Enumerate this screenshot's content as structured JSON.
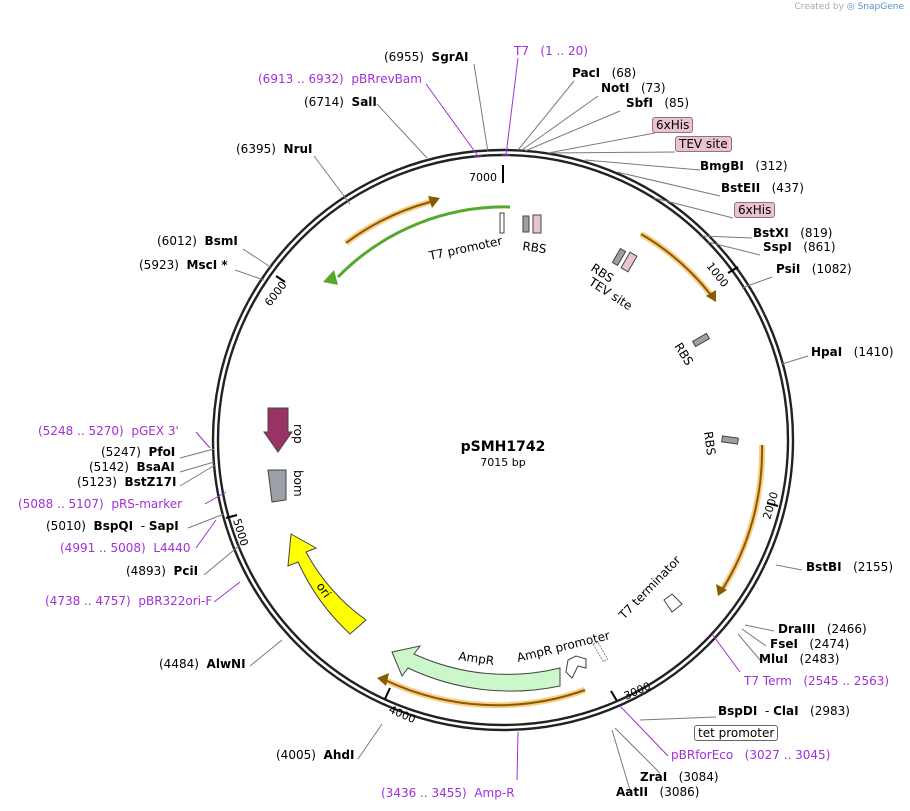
{
  "credit": {
    "prefix": "Created by",
    "brand": "SnapGene"
  },
  "plasmid": {
    "name": "pSMH1742",
    "length": "7015 bp",
    "total_bp": 7015
  },
  "colors": {
    "enzyme_line": "#7a7a7a",
    "primer": "#a12fd6",
    "feature_box": "#e8c4d0",
    "orange_arrow": "#f5ab35",
    "green_arrow": "#55a82a",
    "ampr": "#cbf7cb",
    "ori": "#ffff00",
    "rop": "#993366",
    "grey_feature": "#9aa0a6"
  },
  "ticks": [
    {
      "bp": 1000,
      "label": "1000"
    },
    {
      "bp": 2000,
      "label": "2000"
    },
    {
      "bp": 3000,
      "label": "3000"
    },
    {
      "bp": 4000,
      "label": "4000"
    },
    {
      "bp": 5000,
      "label": "5000"
    },
    {
      "bp": 6000,
      "label": "6000"
    },
    {
      "bp": 7000,
      "label": "7000"
    }
  ],
  "site_labels": [
    {
      "id": "sgrai",
      "name": "SgrAI",
      "pos": "(6955)",
      "kind": "enzyme"
    },
    {
      "id": "t7",
      "name": "T7",
      "pos": "(1 .. 20)",
      "kind": "primer"
    },
    {
      "id": "paci",
      "name": "PacI",
      "pos": "(68)",
      "kind": "enzyme"
    },
    {
      "id": "pbrrevbam",
      "name": "pBRrevBam",
      "pos": "(6913 .. 6932)",
      "kind": "primer"
    },
    {
      "id": "noti",
      "name": "NotI",
      "pos": "(73)",
      "kind": "enzyme"
    },
    {
      "id": "sali",
      "name": "SalI",
      "pos": "(6714)",
      "kind": "enzyme"
    },
    {
      "id": "sbfi",
      "name": "SbfI",
      "pos": "(85)",
      "kind": "enzyme"
    },
    {
      "id": "his1",
      "name": "6xHis",
      "kind": "box"
    },
    {
      "id": "tev1",
      "name": "TEV site",
      "kind": "box"
    },
    {
      "id": "nrui",
      "name": "NruI",
      "pos": "(6395)",
      "kind": "enzyme"
    },
    {
      "id": "bmgbi",
      "name": "BmgBI",
      "pos": "(312)",
      "kind": "enzyme"
    },
    {
      "id": "bsteii",
      "name": "BstEII",
      "pos": "(437)",
      "kind": "enzyme"
    },
    {
      "id": "his2",
      "name": "6xHis",
      "kind": "box"
    },
    {
      "id": "bstxi",
      "name": "BstXI",
      "pos": "(819)",
      "kind": "enzyme"
    },
    {
      "id": "bsmi",
      "name": "BsmI",
      "pos": "(6012)",
      "kind": "enzyme"
    },
    {
      "id": "sspi",
      "name": "SspI",
      "pos": "(861)",
      "kind": "enzyme"
    },
    {
      "id": "msci",
      "name": "MscI *",
      "pos": "(5923)",
      "kind": "enzyme"
    },
    {
      "id": "psii",
      "name": "PsiI",
      "pos": "(1082)",
      "kind": "enzyme"
    },
    {
      "id": "hpai",
      "name": "HpaI",
      "pos": "(1410)",
      "kind": "enzyme"
    },
    {
      "id": "pgex3",
      "name": "pGEX 3'",
      "pos": "(5248 .. 5270)",
      "kind": "primer"
    },
    {
      "id": "pfoi",
      "name": "PfoI",
      "pos": "(5247)",
      "kind": "enzyme"
    },
    {
      "id": "bsaai",
      "name": "BsaAI",
      "pos": "(5142)",
      "kind": "enzyme"
    },
    {
      "id": "bstz17i",
      "name": "BstZ17I",
      "pos": "(5123)",
      "kind": "enzyme"
    },
    {
      "id": "prsmarker",
      "name": "pRS-marker",
      "pos": "(5088 .. 5107)",
      "kind": "primer"
    },
    {
      "id": "bspqi",
      "name": "BspQI",
      "pos": "(5010)",
      "kind": "enzyme",
      "extra": "SapI"
    },
    {
      "id": "l4440",
      "name": "L4440",
      "pos": "(4991 .. 5008)",
      "kind": "primer"
    },
    {
      "id": "pcii",
      "name": "PciI",
      "pos": "(4893)",
      "kind": "enzyme"
    },
    {
      "id": "bstbi",
      "name": "BstBI",
      "pos": "(2155)",
      "kind": "enzyme"
    },
    {
      "id": "pbr322ori",
      "name": "pBR322ori-F",
      "pos": "(4738 .. 4757)",
      "kind": "primer"
    },
    {
      "id": "draiii",
      "name": "DraIII",
      "pos": "(2466)",
      "kind": "enzyme"
    },
    {
      "id": "fsei",
      "name": "FseI",
      "pos": "(2474)",
      "kind": "enzyme"
    },
    {
      "id": "mlui",
      "name": "MluI",
      "pos": "(2483)",
      "kind": "enzyme"
    },
    {
      "id": "alwni",
      "name": "AlwNI",
      "pos": "(4484)",
      "kind": "enzyme"
    },
    {
      "id": "t7term",
      "name": "T7 Term",
      "pos": "(2545 .. 2563)",
      "kind": "primer"
    },
    {
      "id": "bspdi",
      "name": "BspDI",
      "pos": "(2983)",
      "kind": "enzyme",
      "extra": "ClaI"
    },
    {
      "id": "tetprom",
      "name": "tet promoter",
      "kind": "whitebox"
    },
    {
      "id": "pbrforeco",
      "name": "pBRforEco",
      "pos": "(3027 .. 3045)",
      "kind": "primer"
    },
    {
      "id": "ahdi",
      "name": "AhdI",
      "pos": "(4005)",
      "kind": "enzyme"
    },
    {
      "id": "zrai",
      "name": "ZraI",
      "pos": "(3084)",
      "kind": "enzyme"
    },
    {
      "id": "ampr_primer",
      "name": "Amp-R",
      "pos": "(3436 .. 3455)",
      "kind": "primer"
    },
    {
      "id": "aatii",
      "name": "AatII",
      "pos": "(3086)",
      "kind": "enzyme"
    }
  ],
  "inner_labels": [
    {
      "id": "t7promoter",
      "text": "T7 promoter"
    },
    {
      "id": "rbs1",
      "text": "RBS"
    },
    {
      "id": "rbs2",
      "text": "RBS"
    },
    {
      "id": "tevsite",
      "text": "TEV site"
    },
    {
      "id": "rbs3",
      "text": "RBS"
    },
    {
      "id": "rbs4",
      "text": "RBS"
    },
    {
      "id": "t7terminator",
      "text": "T7 terminator"
    },
    {
      "id": "ampr",
      "text": "AmpR"
    },
    {
      "id": "amprpromoter",
      "text": "AmpR promoter"
    },
    {
      "id": "ori",
      "text": "ori"
    },
    {
      "id": "rop",
      "text": "rop"
    },
    {
      "id": "bom",
      "text": "bom"
    }
  ]
}
